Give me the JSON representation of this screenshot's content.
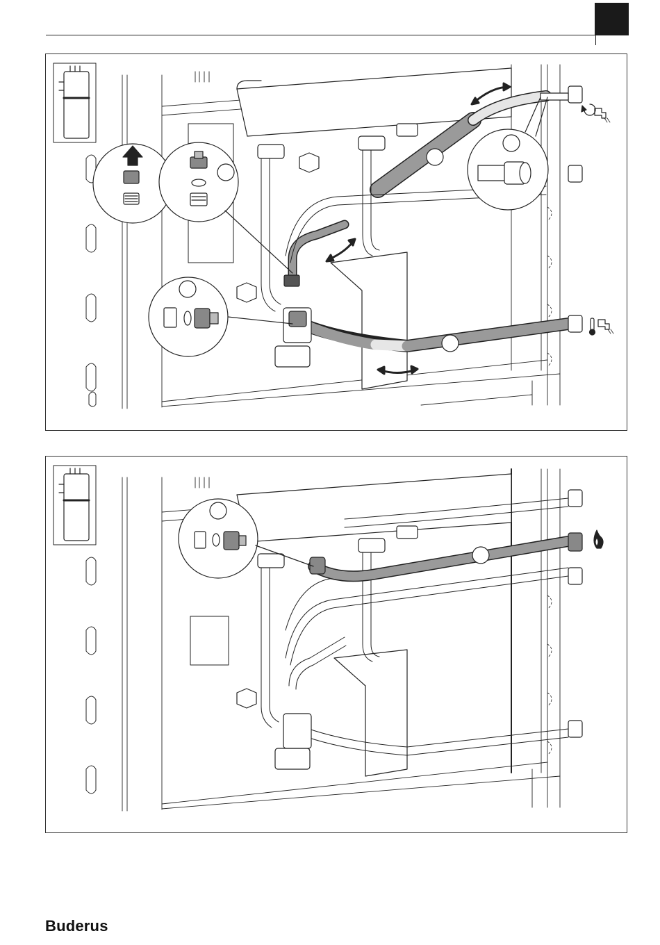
{
  "brand": {
    "logo_text": "Buderus"
  },
  "figures": [
    {
      "id": "top",
      "symbols": [
        "thumbnail-unit-icon",
        "circulation-connection-icon",
        "hot-water-connection-icon"
      ],
      "callouts": [
        "fitting-cap-removal-detail",
        "fitting-seal-detail-a",
        "fitting-seal-detail-b",
        "union-nut-detail"
      ]
    },
    {
      "id": "bottom",
      "symbols": [
        "thumbnail-unit-icon",
        "gas-flame-icon"
      ],
      "callouts": [
        "fitting-seal-detail-c"
      ]
    }
  ],
  "colors": {
    "line": "#222222",
    "hose_fill": "#9a9a9a",
    "hose_light": "#e6e6e6",
    "header_tab": "#1a1a1a"
  }
}
